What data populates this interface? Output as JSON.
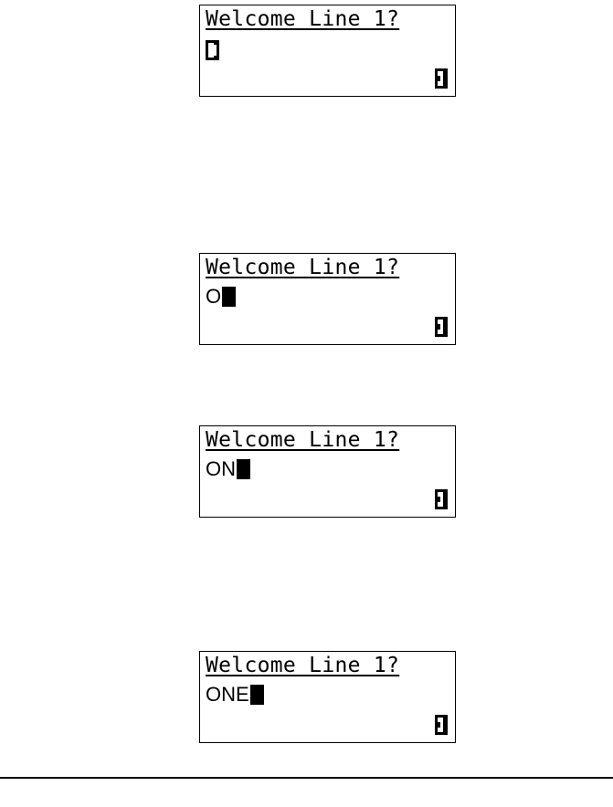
{
  "screens": [
    {
      "title": "Welcome Line 1?",
      "entry": "",
      "cursor": "bracket",
      "icon": "handset-icon"
    },
    {
      "title": "Welcome Line 1?",
      "entry": "O",
      "cursor": "block",
      "icon": "handset-icon"
    },
    {
      "title": "Welcome Line 1?",
      "entry": "ON",
      "cursor": "block",
      "icon": "handset-icon"
    },
    {
      "title": "Welcome Line 1?",
      "entry": "ONE",
      "cursor": "block",
      "icon": "handset-icon"
    }
  ],
  "colors": {
    "ink": "#000000",
    "background": "#ffffff"
  }
}
